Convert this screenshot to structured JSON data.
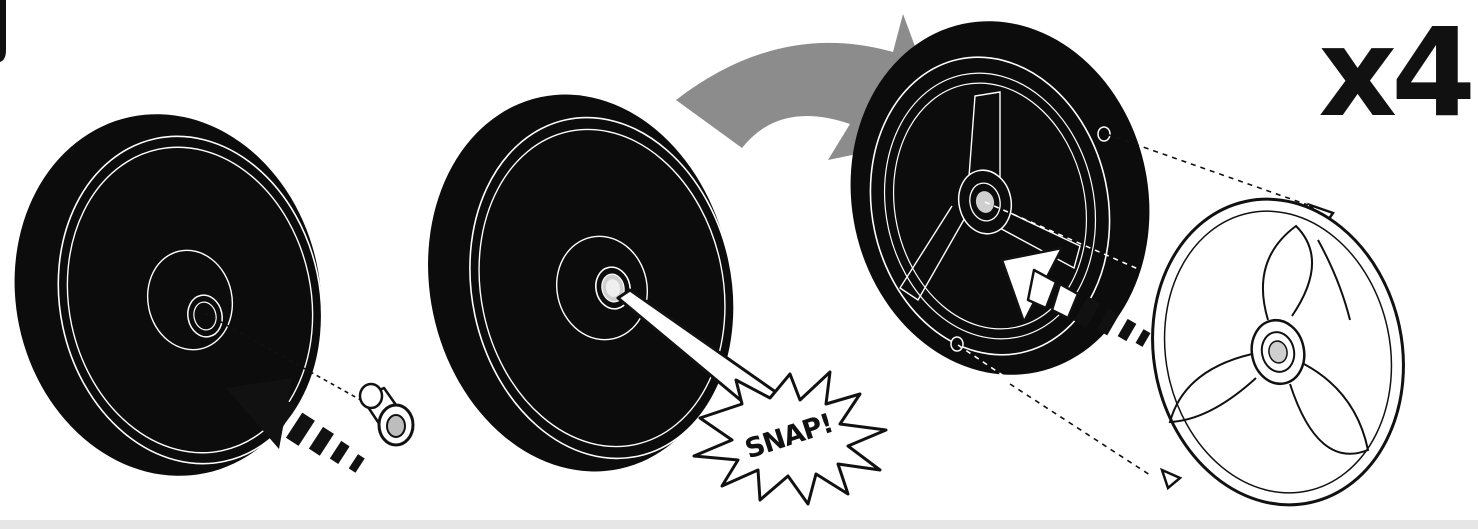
{
  "quantity_label": "x4",
  "snap_label": "SNAP!",
  "colors": {
    "ink": "#111111",
    "wheel": "#0c0c0c",
    "rim_line": "#ffffff",
    "arrow_gray": "#8c8c8c",
    "background": "#ffffff"
  },
  "steps": [
    {
      "name": "insert-bushing"
    },
    {
      "name": "snap-bushing-in-place"
    },
    {
      "name": "flip-and-attach-hubcap"
    }
  ]
}
